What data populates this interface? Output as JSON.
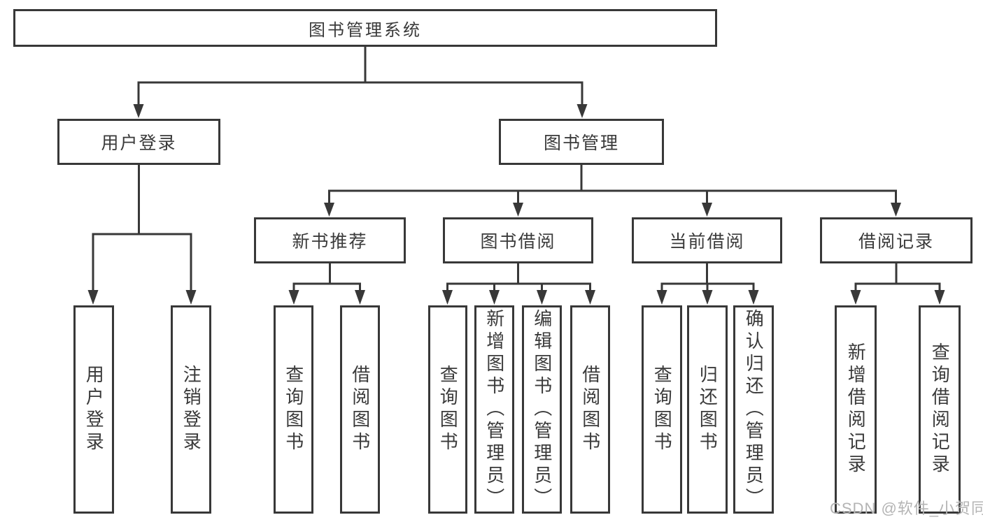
{
  "diagram": {
    "root": "图书管理系统",
    "branches": [
      {
        "label": "用户登录",
        "children": [
          "用户登录",
          "注销登录"
        ]
      },
      {
        "label": "图书管理",
        "children": [
          {
            "label": "新书推荐",
            "children": [
              "查询图书",
              "借阅图书"
            ]
          },
          {
            "label": "图书借阅",
            "children": [
              "查询图书",
              "新增图书（管理员）",
              "编辑图书（管理员）",
              "借阅图书"
            ]
          },
          {
            "label": "当前借阅",
            "children": [
              "查询图书",
              "归还图书",
              "确认归还（管理员）"
            ]
          },
          {
            "label": "借阅记录",
            "children": [
              "新增借阅记录",
              "查询借阅记录"
            ]
          }
        ]
      }
    ]
  },
  "watermark": {
    "text": "CSDN @软件_小贺同学"
  },
  "colors": {
    "line": "#383838",
    "text": "#3a3a3a",
    "box_background": "#ffffff",
    "watermark": "#b4b4b4",
    "page_background": "#ffffff"
  }
}
